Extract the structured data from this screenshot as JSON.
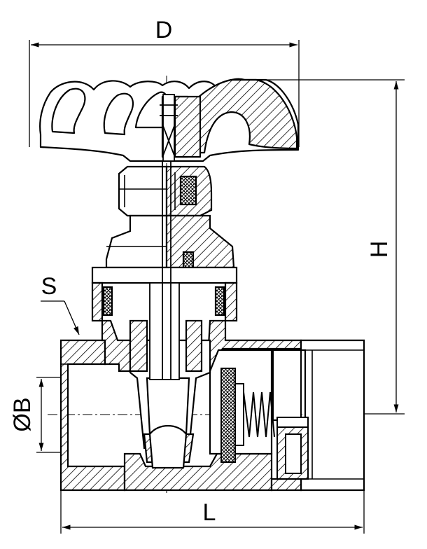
{
  "labels": {
    "d": "D",
    "h": "H",
    "s": "S",
    "b": "ØB",
    "l": "L"
  },
  "colors": {
    "ink": "#000000",
    "paper": "#ffffff"
  }
}
